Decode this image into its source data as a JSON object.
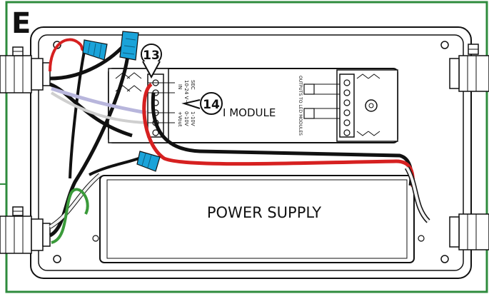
{
  "figure": {
    "panel_letter": "E",
    "callouts": [
      {
        "number": "13"
      },
      {
        "number": "14"
      }
    ],
    "module_label": "I MODULE",
    "power_supply_label": "POWER SUPPLY",
    "terminal_labels_left": [
      "IN",
      "10-24 V~",
      "SEC",
      "+Vout",
      "0-10V",
      "1-10V"
    ],
    "terminal_label_right": "OUTPUTS TO LED MODULES",
    "colors": {
      "frame_green": "#2e8b3d",
      "wire_red": "#d62020",
      "wire_black": "#111111",
      "wire_white": "#f2f2f2",
      "wire_lavender": "#b8b6dc",
      "wire_green": "#3a9a3a",
      "connector_cyan": "#1aa3d9"
    },
    "icons": [
      "wire-nut-connector-icon",
      "cable-gland-icon",
      "terminal-block-icon",
      "callout-circle-icon"
    ]
  }
}
